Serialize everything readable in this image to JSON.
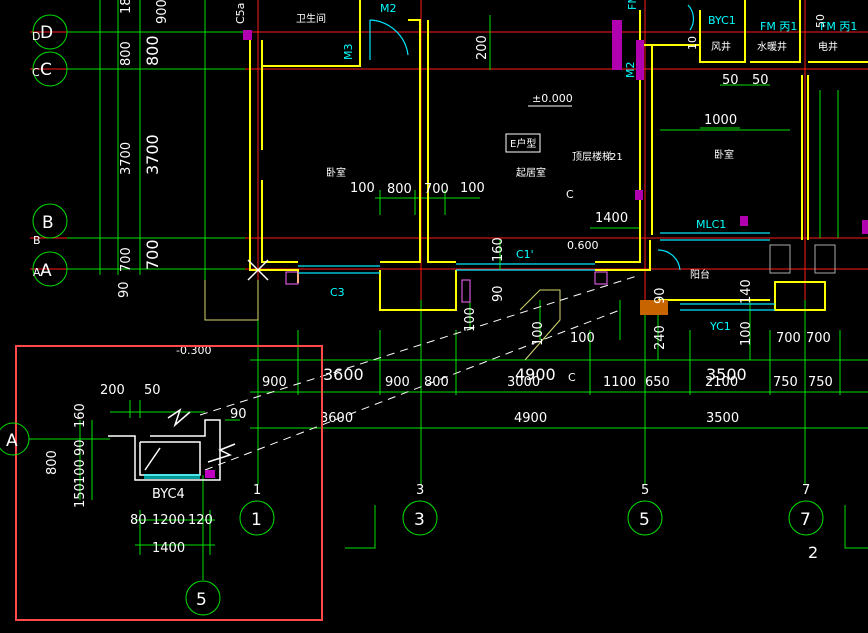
{
  "drawing": {
    "axis_rows_left": [
      "D",
      "C",
      "B",
      "A"
    ],
    "axis_rows_left_dup": [
      "D",
      "C",
      "B",
      "A"
    ],
    "axis_columns": [
      "1",
      "3",
      "5",
      "7"
    ],
    "axis_columns_small": [
      "1",
      "3",
      "5",
      "7"
    ],
    "left_dims_outer": [
      "3700",
      "700",
      "800"
    ],
    "left_dims_inner": [
      "3700",
      "700",
      "800"
    ],
    "left_dim_90": "90",
    "left_dim_900": "900",
    "left_dim_18": "18",
    "top_labels": [
      "C5a",
      "M2",
      "M3",
      "BYC1",
      "FM 丙1",
      "FM 丙1",
      "M2",
      "FM",
      "50",
      "10"
    ],
    "rooms": [
      "卫生间",
      "卧室",
      "起居室",
      "卧室",
      "阳台",
      "风井",
      "水暖井",
      "电井",
      "E户型",
      "顶层楼梯",
      "21"
    ],
    "elevations": [
      "±0.000",
      "0.600",
      "-0.300"
    ],
    "window_labels": [
      "C1'",
      "C3",
      "MLC1",
      "YC1",
      "C"
    ],
    "plan_dims": [
      "200",
      "100",
      "800",
      "700",
      "100",
      "1400",
      "160",
      "90",
      "100",
      "100",
      "90",
      "140",
      "100",
      "240",
      "100",
      "700",
      "700",
      "50",
      "50",
      "1000",
      "C"
    ],
    "bottom_dims_row1": [
      "900",
      "900",
      "800",
      "3000",
      "1100",
      "650",
      "2100",
      "750",
      "750"
    ],
    "bottom_dims_big": [
      "3600",
      "4900",
      "3500"
    ],
    "bottom_dims_row2": [
      "3600",
      "4900",
      "3500"
    ],
    "bottom_mark_c": "C",
    "bottom_right_number": "2",
    "detail": {
      "axis_row": "A",
      "axis_col": "5",
      "title": "BYC4",
      "dims_top": [
        "200",
        "50"
      ],
      "dims_left": [
        "160",
        "90",
        "800",
        "100",
        "150"
      ],
      "dims_bottom": [
        "80",
        "1200",
        "120"
      ],
      "total": "1400",
      "right_dim": "90"
    },
    "colors": {
      "background": "#000000",
      "grid_line": "#ff0000",
      "dimension": "#00ff00",
      "wall": "#ffff00",
      "window": "#00ffff",
      "door": "#00ffff",
      "column": "#ff00ff",
      "frame": "#ff4040",
      "text": "#ffffff"
    }
  }
}
